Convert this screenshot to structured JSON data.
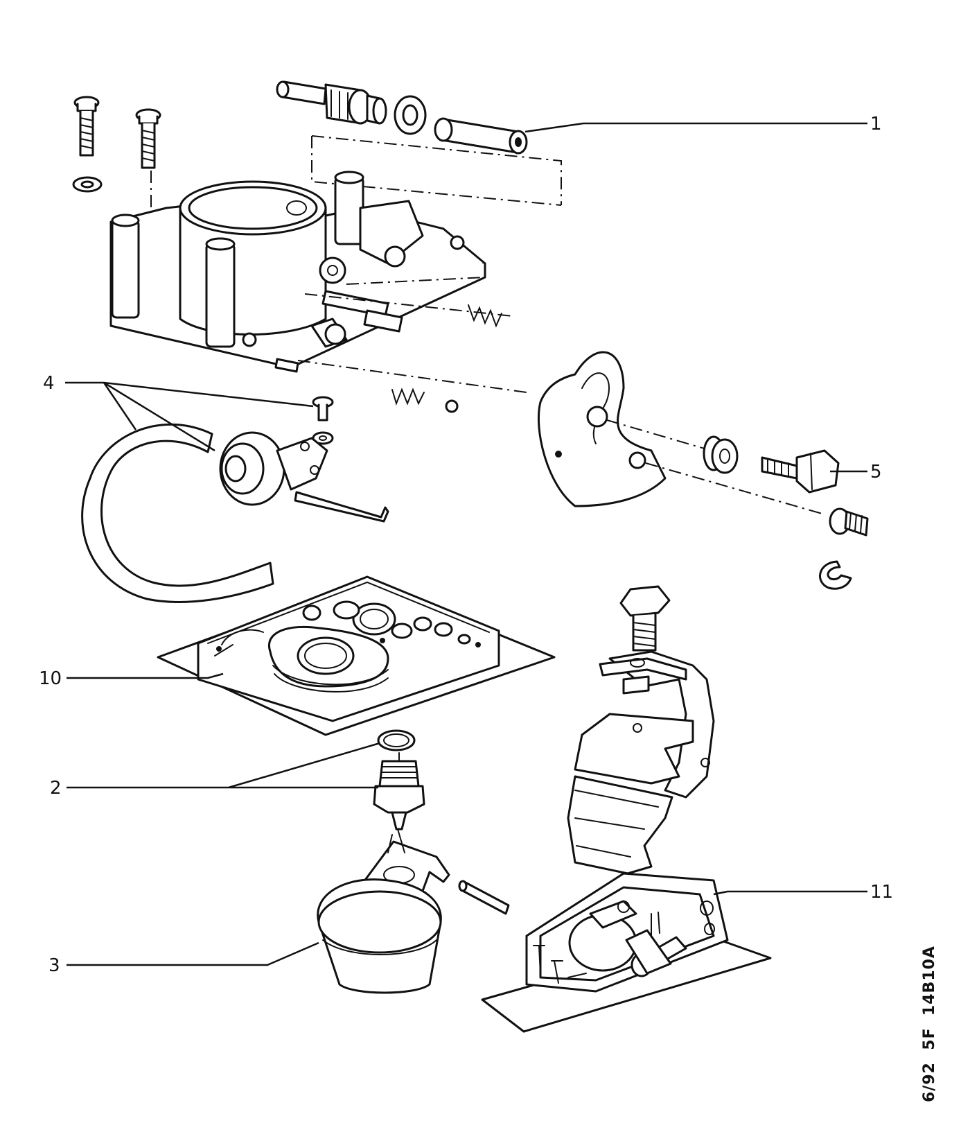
{
  "diagram": {
    "reference_code": "6/92  5F  14B10A",
    "callouts": [
      {
        "id": "1",
        "label": "1"
      },
      {
        "id": "4",
        "label": "4"
      },
      {
        "id": "5",
        "label": "5"
      },
      {
        "id": "10",
        "label": "10"
      },
      {
        "id": "2",
        "label": "2"
      },
      {
        "id": "11",
        "label": "11"
      },
      {
        "id": "3",
        "label": "3"
      }
    ]
  }
}
